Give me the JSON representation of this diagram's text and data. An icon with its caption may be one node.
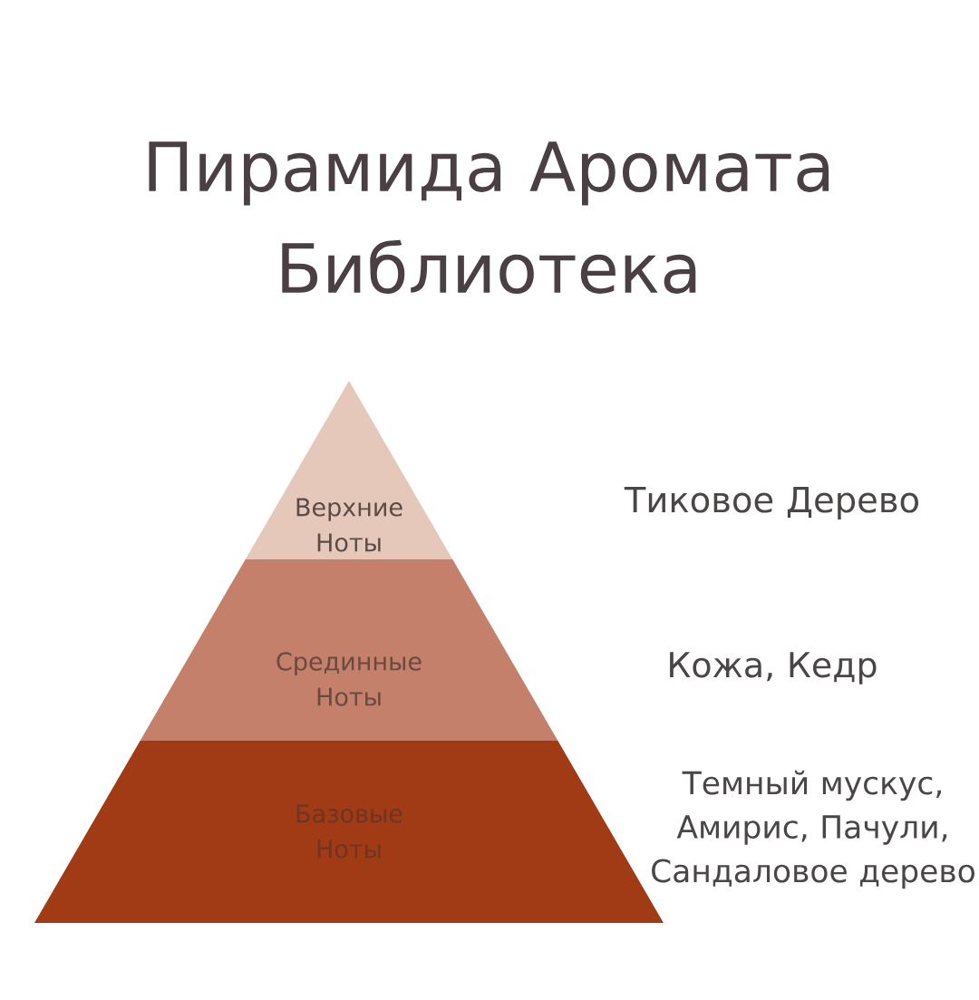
{
  "diagram": {
    "title": "Пирамида Аромата Библиотека",
    "nodes": [
      {
        "text": [
          "Верхние Ноты"
        ]
      },
      {
        "text": [
          "Срединные Ноты"
        ]
      },
      {
        "text": [
          "Базовые Ноты"
        ]
      }
    ],
    "labels": [
      "Тиковое Дерево",
      "Кожа, Кедр",
      "Темный мускус, Амирис, Пачули, Сандаловое дерево"
    ]
  }
}
